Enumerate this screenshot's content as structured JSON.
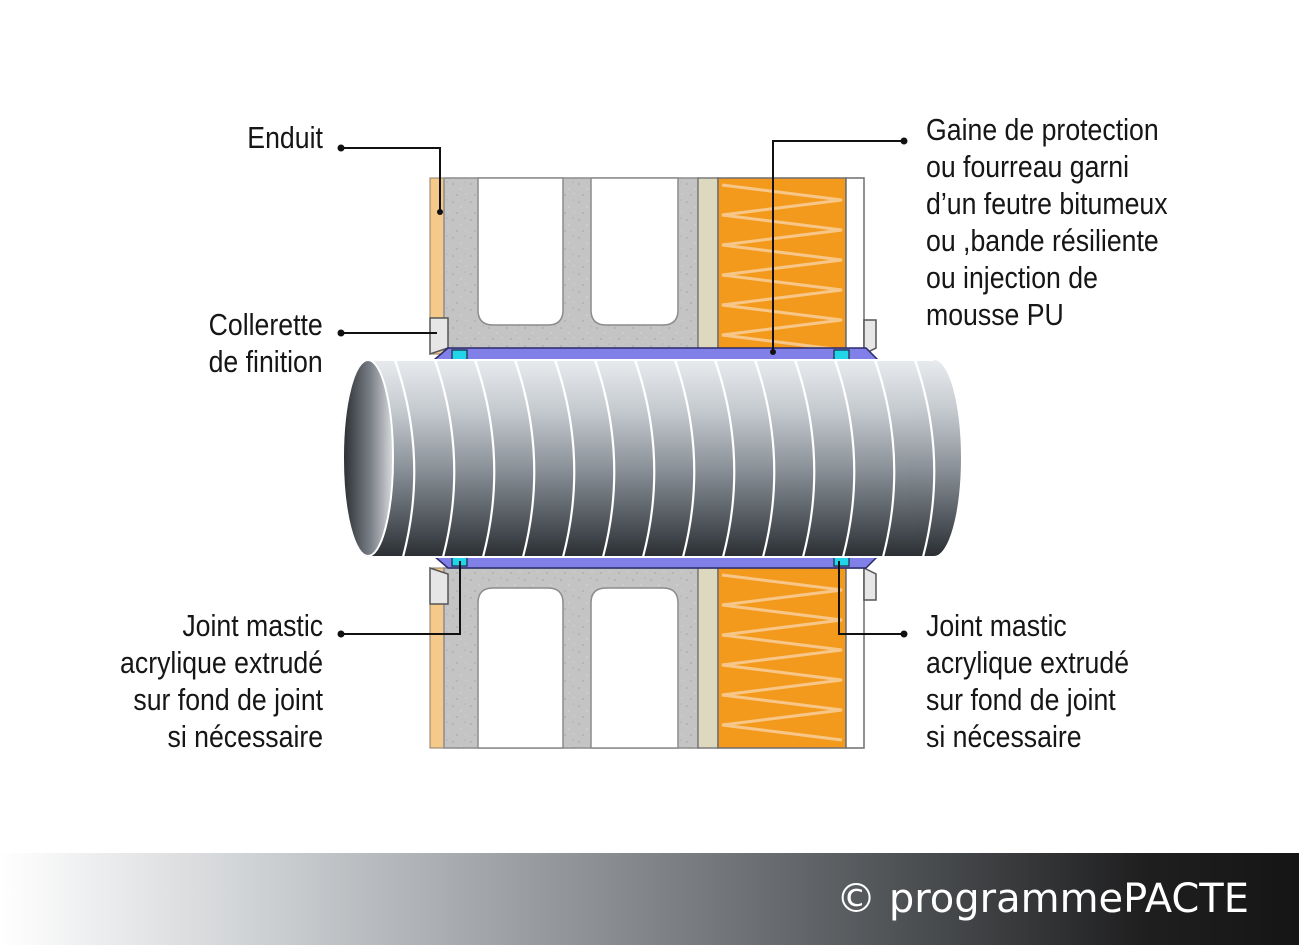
{
  "labels": {
    "enduit": [
      "Enduit"
    ],
    "collerette": [
      "Collerette",
      "de finition"
    ],
    "gaine": [
      "Gaine de protection",
      "ou fourreau garni",
      "d’un feutre bitumeux",
      "ou ,bande résiliente",
      "ou injection de",
      "mousse PU"
    ],
    "joint_left": [
      "Joint mastic",
      "acrylique extrudé",
      "sur fond de joint",
      "si nécessaire"
    ],
    "joint_right": [
      "Joint mastic",
      "acrylique extrudé",
      "sur fond de joint",
      "si nécessaire"
    ]
  },
  "footer": {
    "copyright": "© programmePACTE"
  },
  "colors": {
    "plaster": "#f5c98a",
    "concrete": "#c4c4c4",
    "insulation": "#f39a1c",
    "board": "#ddd9bf",
    "sleeve": "#8080e8",
    "mastic": "#20d5e8",
    "pipe_dark": "#2e3338",
    "pipe_light": "#e4e7ea"
  }
}
